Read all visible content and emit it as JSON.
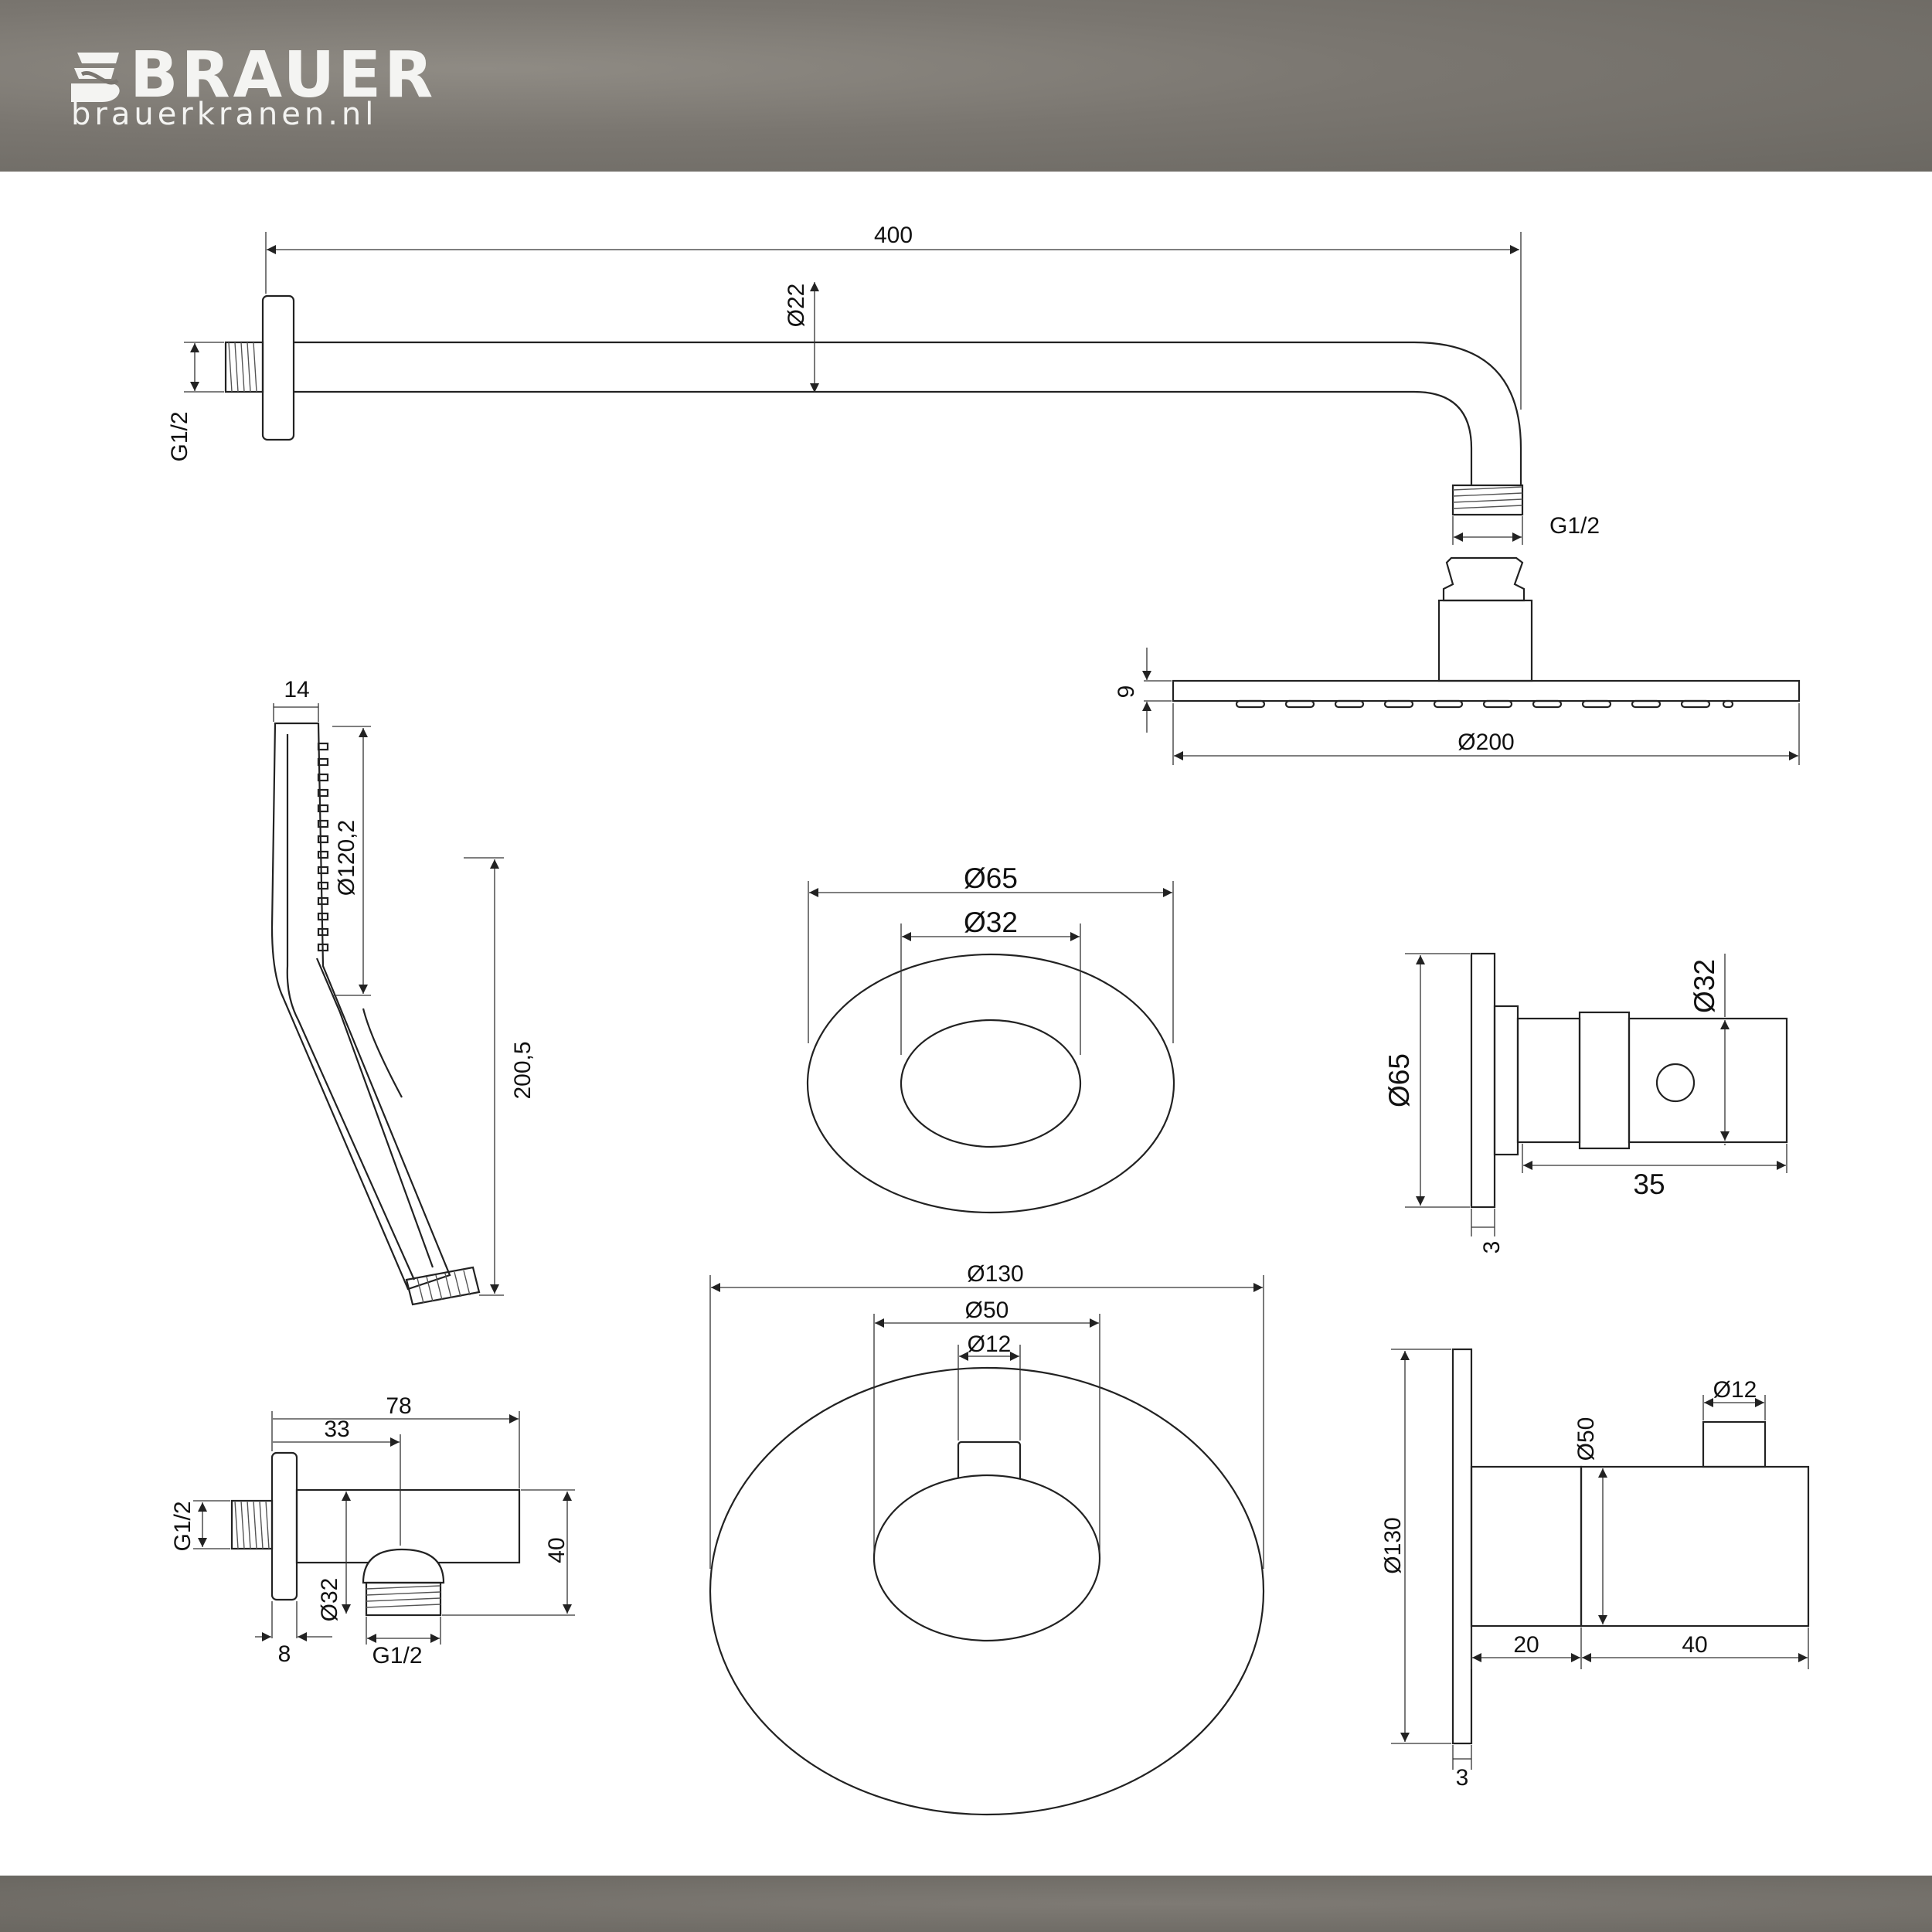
{
  "brand": {
    "name": "BRAUER",
    "url": "brauerkranen.nl"
  },
  "colors": {
    "header_bg": "#7a7670",
    "line": "#222222",
    "text": "#111111"
  },
  "dimensions": {
    "arm": {
      "length": "400",
      "tube_dia": "Ø22",
      "inlet_thread": "G1/2",
      "outlet_thread": "G1/2"
    },
    "rain_head": {
      "thickness": "9",
      "diameter": "Ø200"
    },
    "hand_shower": {
      "width": "14",
      "head_dia": "Ø120,2",
      "length": "200,5"
    },
    "small_rosette": {
      "outer": "Ø65",
      "inner": "Ø32"
    },
    "stop_valve_side": {
      "rosette": "Ø65",
      "body": "Ø32",
      "depth": "35",
      "plate": "3"
    },
    "wall_outlet": {
      "length": "78",
      "center": "33",
      "height": "40",
      "plate": "8",
      "outlet_dia": "Ø32",
      "inlet_thread": "G1/2",
      "outlet_thread": "G1/2"
    },
    "large_rosette": {
      "outer": "Ø130",
      "knob": "Ø50",
      "lever": "Ø12"
    },
    "thermostat_side": {
      "rosette": "Ø130",
      "body": "Ø50",
      "lever": "Ø12",
      "depth_a": "20",
      "depth_b": "40",
      "plate": "3"
    }
  }
}
